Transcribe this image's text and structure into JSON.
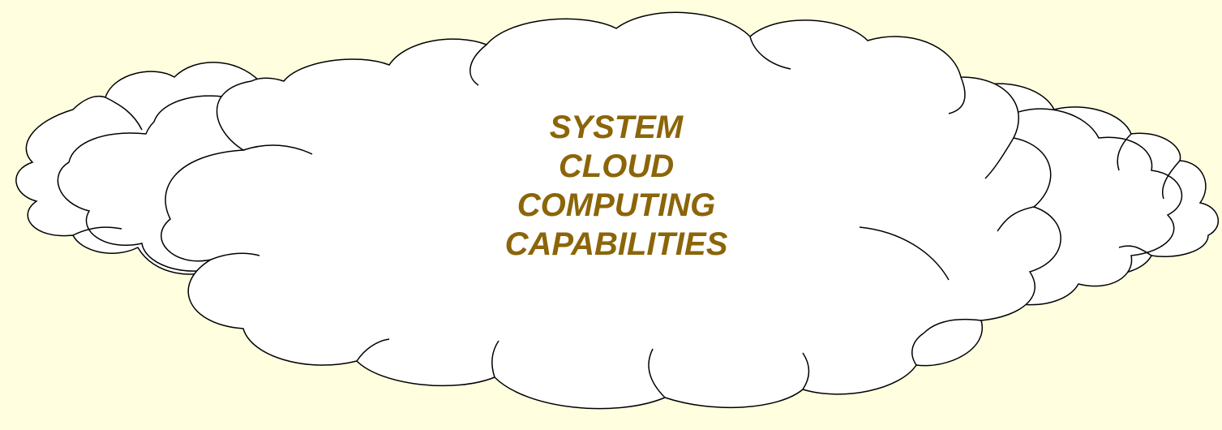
{
  "diagram": {
    "label_lines": [
      "SYSTEM",
      "CLOUD",
      "COMPUTING",
      "CAPABILITIES"
    ],
    "colors": {
      "background": "#ffffe0",
      "cloud_fill": "#ffffff",
      "outline": "#000000",
      "label": "#8b6508"
    }
  }
}
